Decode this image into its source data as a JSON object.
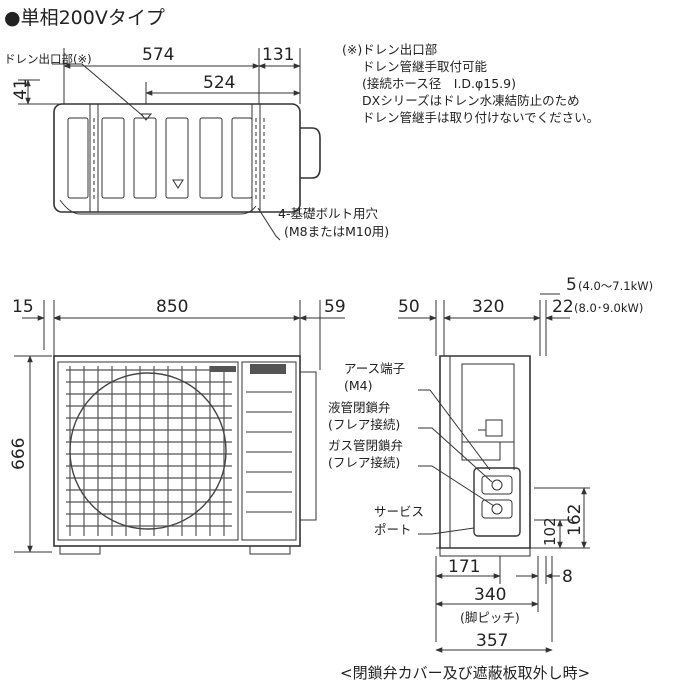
{
  "title": "●単相200Vタイプ",
  "top_view": {
    "drain_label": "ドレン出口部(※)",
    "dim_574": "574",
    "dim_131": "131",
    "dim_524": "524",
    "dim_41": "41",
    "bolt_label_1": "4-基礎ボルト用穴",
    "bolt_label_2": "(M8またはM10用)"
  },
  "notes": [
    "(※)ドレン出口部",
    "ドレン管継手取付可能",
    "(接続ホース径　I.D.φ15.9)",
    "DXシリーズはドレン水凍結防止のため",
    "ドレン管継手は取り付けないでください。"
  ],
  "front_view": {
    "dim_15": "15",
    "dim_850": "850",
    "dim_59": "59",
    "dim_666": "666"
  },
  "side_view": {
    "dim_50": "50",
    "dim_320": "320",
    "dim_5": "5",
    "dim_5_note": "(4.0〜7.1kW)",
    "dim_22": "22",
    "dim_22_note": "(8.0･9.0kW)",
    "earth_1": "アース端子",
    "earth_2": "(M4)",
    "liquid_1": "液管閉鎖弁",
    "liquid_2": "(フレア接続)",
    "gas_1": "ガス管閉鎖弁",
    "gas_2": "(フレア接続)",
    "service_1": "サービス",
    "service_2": "ポート",
    "dim_102": "102",
    "dim_162": "162",
    "dim_171": "171",
    "dim_8": "8",
    "dim_340": "340",
    "dim_340_note": "(脚ピッチ)",
    "dim_357": "357"
  },
  "caption": "<閉鎖弁カバー及び遮蔽板取外し時>"
}
